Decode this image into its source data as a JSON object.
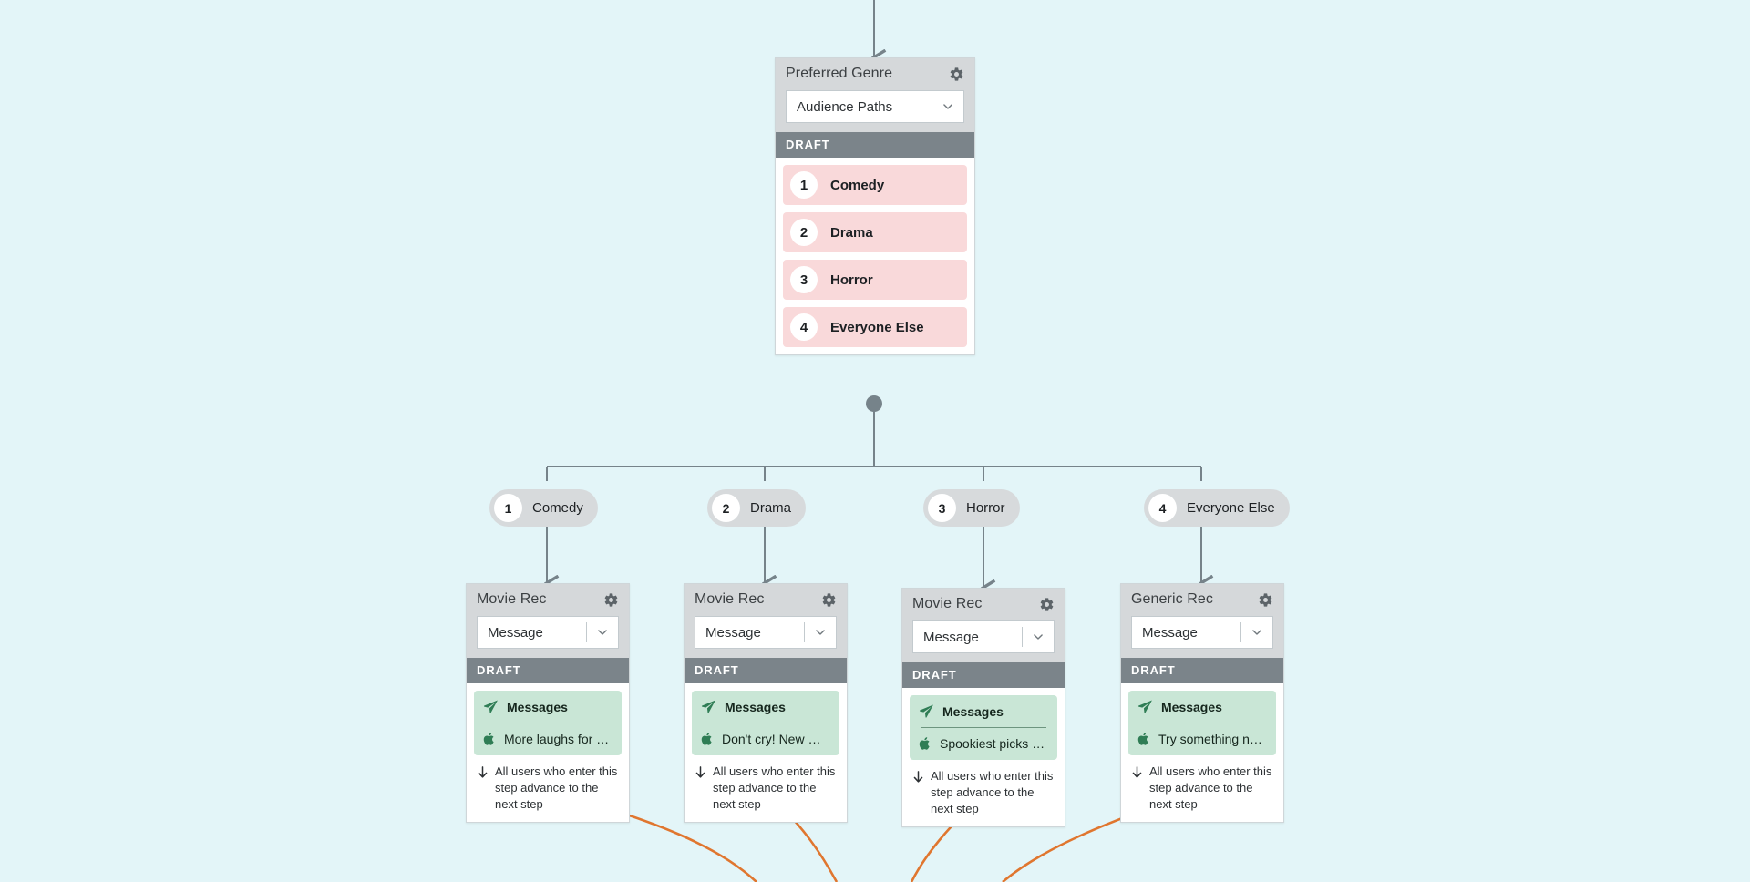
{
  "canvas": {
    "background": "#e3f5f8"
  },
  "colors": {
    "canvas_bg": "#e3f5f8",
    "card_header": "#d5d8da",
    "draft_bar": "#7b848a",
    "path_item": "#f9d9da",
    "message_block": "#c9e6d6",
    "pill": "#d7dadc",
    "edge_gray": "#76838a",
    "edge_orange": "#e0762f",
    "node_dot_gray": "#76838a"
  },
  "branch_node": {
    "title": "Preferred Genre",
    "gear_icon": "gear-icon",
    "select": {
      "value": "Audience Paths",
      "chevron_icon": "chevron-down-icon"
    },
    "status": "DRAFT",
    "paths": [
      {
        "number": "1",
        "label": "Comedy"
      },
      {
        "number": "2",
        "label": "Drama"
      },
      {
        "number": "3",
        "label": "Horror"
      },
      {
        "number": "4",
        "label": "Everyone Else"
      }
    ]
  },
  "branch_pills": [
    {
      "number": "1",
      "label": "Comedy"
    },
    {
      "number": "2",
      "label": "Drama"
    },
    {
      "number": "3",
      "label": "Horror"
    },
    {
      "number": "4",
      "label": "Everyone Else"
    }
  ],
  "step_cards": [
    {
      "title": "Movie Rec",
      "gear_icon": "gear-icon",
      "select": {
        "value": "Message",
        "chevron_icon": "chevron-down-icon"
      },
      "status": "DRAFT",
      "message": {
        "header_icon": "paper-plane-icon",
        "header_label": "Messages",
        "channel_icon": "apple-icon",
        "text": "More laughs for you"
      },
      "advance_icon": "arrow-down-icon",
      "advance_text": "All users who enter this step advance to the next step"
    },
    {
      "title": "Movie Rec",
      "gear_icon": "gear-icon",
      "select": {
        "value": "Message",
        "chevron_icon": "chevron-down-icon"
      },
      "status": "DRAFT",
      "message": {
        "header_icon": "paper-plane-icon",
        "header_label": "Messages",
        "channel_icon": "apple-icon",
        "text": "Don't cry! New movi…"
      },
      "advance_icon": "arrow-down-icon",
      "advance_text": "All users who enter this step advance to the next step"
    },
    {
      "title": "Movie Rec",
      "gear_icon": "gear-icon",
      "select": {
        "value": "Message",
        "chevron_icon": "chevron-down-icon"
      },
      "status": "DRAFT",
      "message": {
        "header_icon": "paper-plane-icon",
        "header_label": "Messages",
        "channel_icon": "apple-icon",
        "text": "Spookiest picks this…"
      },
      "advance_icon": "arrow-down-icon",
      "advance_text": "All users who enter this step advance to the next step"
    },
    {
      "title": "Generic Rec",
      "gear_icon": "gear-icon",
      "select": {
        "value": "Message",
        "chevron_icon": "chevron-down-icon"
      },
      "status": "DRAFT",
      "message": {
        "header_icon": "paper-plane-icon",
        "header_label": "Messages",
        "channel_icon": "apple-icon",
        "text": "Try something new!"
      },
      "advance_icon": "arrow-down-icon",
      "advance_text": "All users who enter this step advance to the next step"
    }
  ]
}
